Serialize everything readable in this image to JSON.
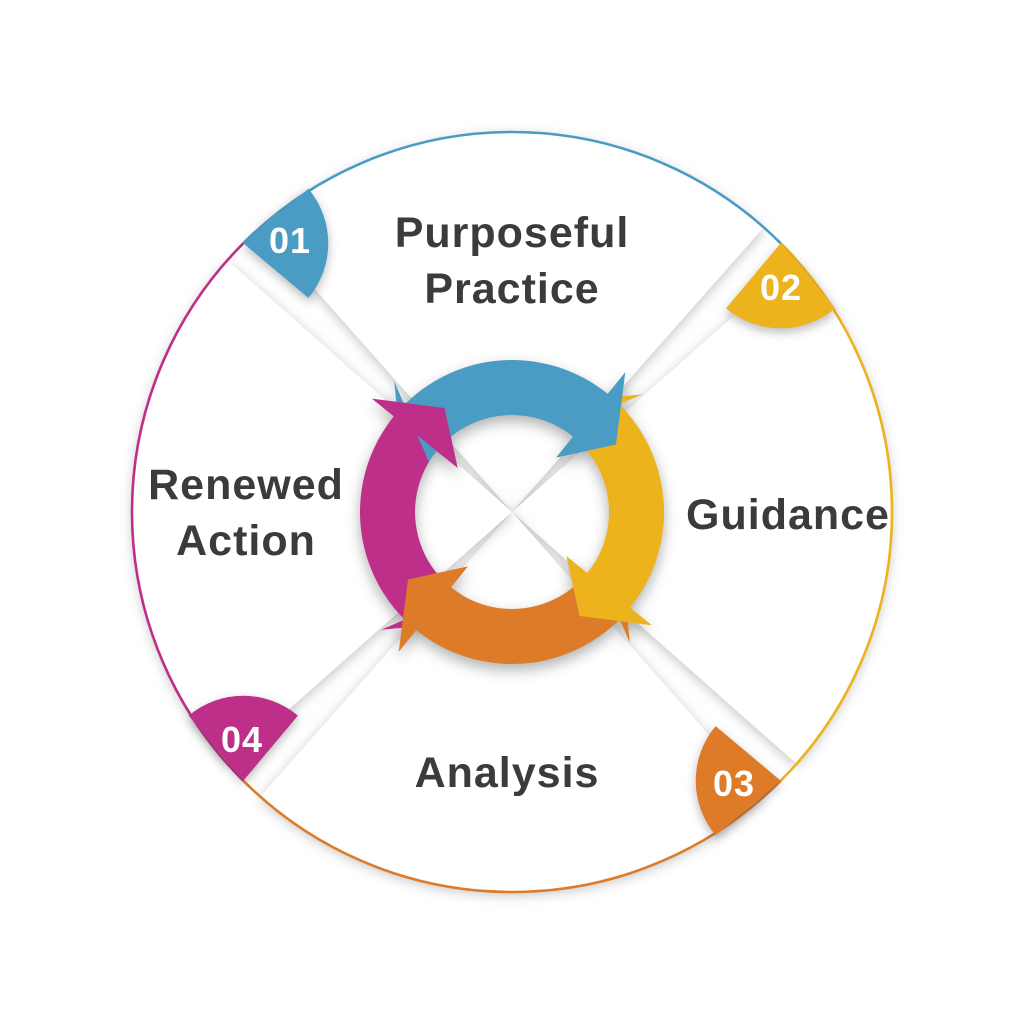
{
  "diagram": {
    "background_color": "#ffffff",
    "text_color": "#3b3b3b",
    "number_color": "#ffffff",
    "steps": [
      {
        "number": "01",
        "label_lines": [
          "Purposeful",
          "Practice"
        ],
        "color": "#4a9cc4"
      },
      {
        "number": "02",
        "label_lines": [
          "Guidance"
        ],
        "color": "#ecb31d"
      },
      {
        "number": "03",
        "label_lines": [
          "Analysis"
        ],
        "color": "#dd7b28"
      },
      {
        "number": "04",
        "label_lines": [
          "Renewed",
          "Action"
        ],
        "color": "#bd2f88"
      }
    ]
  }
}
